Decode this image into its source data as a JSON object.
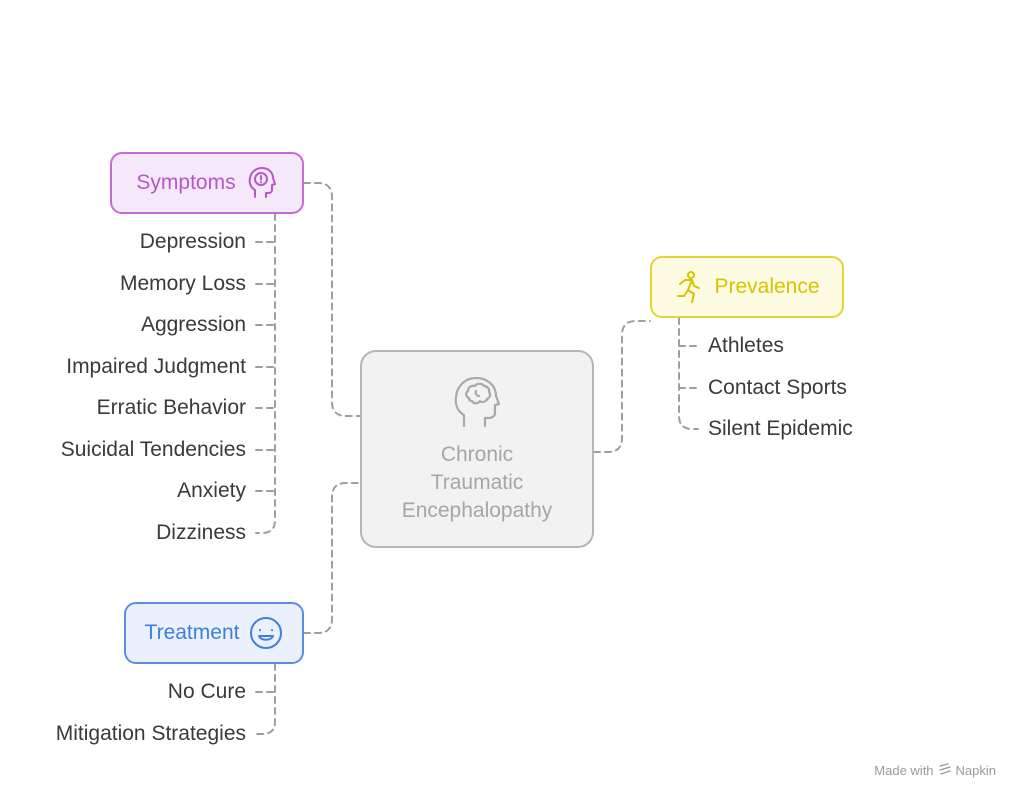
{
  "center": {
    "title_lines": [
      "Chronic",
      "Traumatic",
      "Encephalopathy"
    ],
    "icon": "head-brain-icon"
  },
  "symptoms": {
    "label": "Symptoms",
    "icon": "head-alert-icon",
    "color": "#c66ad8",
    "items": [
      "Depression",
      "Memory Loss",
      "Aggression",
      "Impaired Judgment",
      "Erratic Behavior",
      "Suicidal Tendencies",
      "Anxiety",
      "Dizziness"
    ]
  },
  "treatment": {
    "label": "Treatment",
    "icon": "smiley-face-icon",
    "color": "#5b8ee0",
    "items": [
      "No Cure",
      "Mitigation Strategies"
    ]
  },
  "prevalence": {
    "label": "Prevalence",
    "icon": "running-person-icon",
    "color": "#e4d436",
    "items": [
      "Athletes",
      "Contact Sports",
      "Silent Epidemic"
    ]
  },
  "watermark": {
    "prefix": "Made with",
    "brand": "Napkin",
    "icon": "napkin-logo-icon"
  }
}
